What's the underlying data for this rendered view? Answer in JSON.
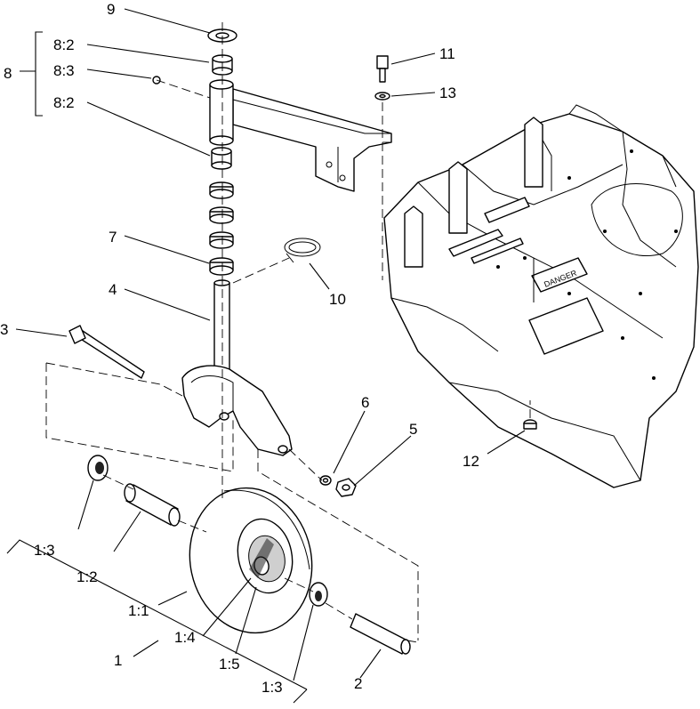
{
  "diagram": {
    "callouts": {
      "c9": "9",
      "c8": "8",
      "c8_2a": "8:2",
      "c8_3": "8:3",
      "c8_2b": "8:2",
      "c11": "11",
      "c13": "13",
      "c7": "7",
      "c4": "4",
      "c10": "10",
      "c3": "3",
      "c6": "6",
      "c5": "5",
      "c12": "12",
      "c1_3a": "1:3",
      "c1_2": "1:2",
      "c1_1": "1:1",
      "c1_4": "1:4",
      "c1_5": "1:5",
      "c1": "1",
      "c1_3b": "1:3",
      "c2": "2"
    },
    "decal_texts": {
      "danger": "DANGER"
    }
  }
}
